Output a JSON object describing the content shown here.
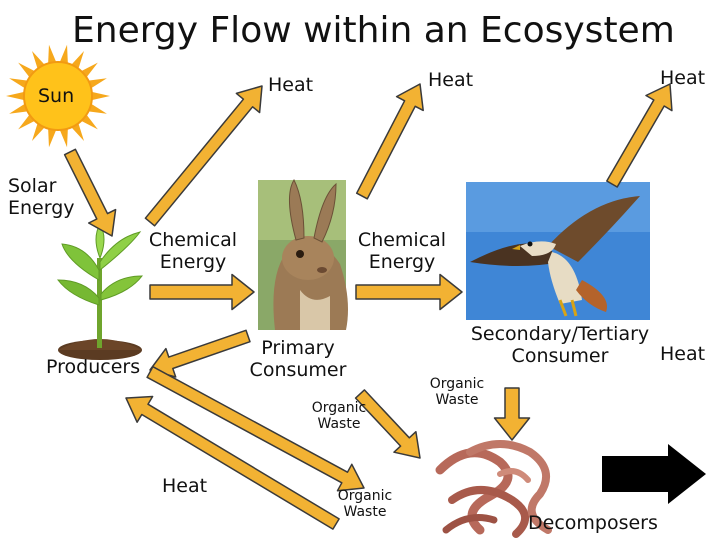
{
  "title": "Energy Flow within an Ecosystem",
  "colors": {
    "arrow_fill": "#F2B233",
    "arrow_stroke": "#3A3A3A",
    "sun_ray": "#F6A81C",
    "sun_core": "#FFC21A",
    "black_arrow": "#000000"
  },
  "labels": {
    "sun": "Sun",
    "solar_energy": [
      "Solar",
      "Energy"
    ],
    "heat_top_left": "Heat",
    "heat_top_mid": "Heat",
    "heat_top_right": "Heat",
    "chemical_energy_1": [
      "Chemical",
      "Energy"
    ],
    "chemical_energy_2": [
      "Chemical",
      "Energy"
    ],
    "producers": "Producers",
    "primary_consumer": [
      "Primary",
      "Consumer"
    ],
    "secondary_consumer": [
      "Secondary/Tertiary",
      "Consumer"
    ],
    "heat_right": "Heat",
    "organic_waste_1": [
      "Organic",
      "Waste"
    ],
    "organic_waste_2": [
      "Organic",
      "Waste"
    ],
    "organic_waste_3": [
      "Organic",
      "Waste"
    ],
    "heat_bottom": "Heat",
    "decomposers": "Decomposers"
  },
  "icons": {
    "sun": "sun-icon",
    "plant": "seedling-plant-image",
    "rabbit": "hare-photo",
    "hawk": "hawk-photo",
    "worms": "earthworms-photo"
  }
}
